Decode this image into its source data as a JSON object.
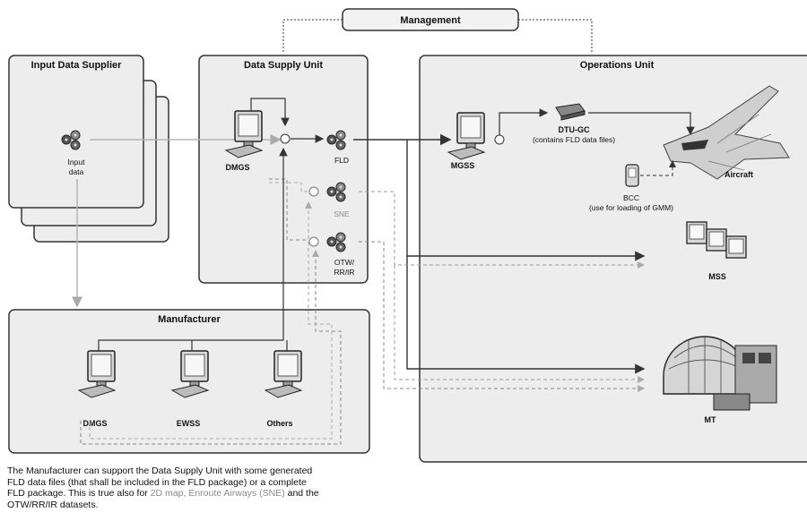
{
  "boxes": {
    "management": "Management",
    "input_supplier": "Input Data Supplier",
    "dsu": "Data Supply Unit",
    "ops": "Operations Unit",
    "manufacturer": "Manufacturer"
  },
  "input": {
    "line1": "Input",
    "line2": "data"
  },
  "dsu": {
    "dmgs": "DMGS",
    "fld": "FLD",
    "sne": "SNE",
    "otw1": "OTW/",
    "otw2": "RR/IR"
  },
  "ops": {
    "mgss": "MGSS",
    "dtu_title": "DTU-GC",
    "dtu_sub": "(contains FLD data files)",
    "aircraft": "Aircraft",
    "bcc_title": "BCC",
    "bcc_sub": "(use for loading of GMM)",
    "mss": "MSS",
    "mt": "MT"
  },
  "manufacturer": {
    "dmgs": "DMGS",
    "ewss": "EWSS",
    "others": "Others"
  },
  "caption": {
    "p1": "The Manufacturer can support the Data Supply Unit with some generated",
    "p2": "FLD data files (that shall be included in the FLD package) or a complete",
    "p3": "FLD package. This is true also for ",
    "p3_gray": "2D map, Enroute Airways (SNE)",
    "p3_end": " and the",
    "p4": "OTW/RR/IR datasets."
  },
  "colors": {
    "panel": "#ededed",
    "border": "#333333",
    "gray_line": "#b5b5b5",
    "dark_line": "#333333"
  }
}
